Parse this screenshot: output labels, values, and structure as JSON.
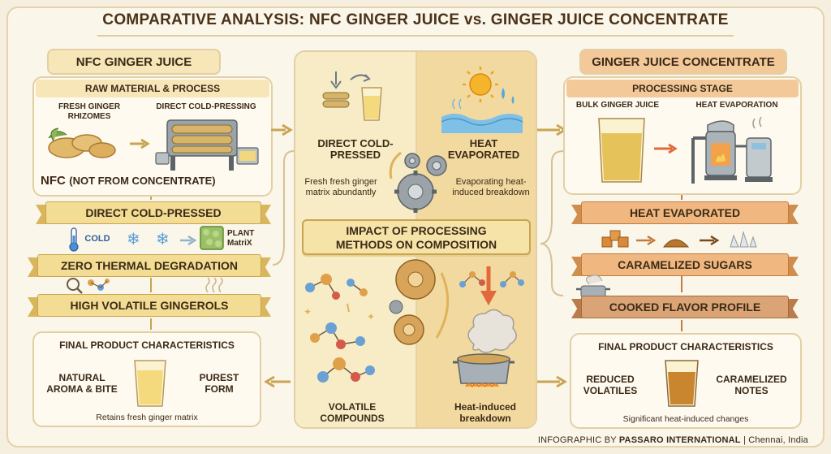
{
  "title": "COMPARATIVE ANALYSIS: NFC GINGER JUICE vs. GINGER JUICE CONCENTRATE",
  "colors": {
    "gold": "#f3dc93",
    "orange": "#f0b880",
    "brown": "#dba476",
    "cream": "#fffaf0"
  },
  "left": {
    "heading": "NFC GINGER JUICE",
    "section_title": "RAW MATERIAL & PROCESS",
    "label_ginger": "FRESH GINGER RHIZOMES",
    "label_press": "DIRECT COLD-PRESSING",
    "nfc_main": "NFC",
    "nfc_sub": "(NOT FROM CONCENTRATE)",
    "ribbon1": "DIRECT COLD-PRESSED",
    "cold_label": "COLD",
    "plant_label": "PLANT MatriX",
    "ribbon2": "ZERO THERMAL DEGRADATION",
    "ribbon3": "HIGH VOLATILE GINGEROLS",
    "final_title": "FINAL PRODUCT CHARACTERISTICS",
    "final_left": "NATURAL AROMA & BITE",
    "final_right": "PUREST FORM",
    "final_caption": "Retains fresh ginger matrix"
  },
  "center": {
    "top_left_title": "DIRECT COLD-PRESSED",
    "top_left_text": "Fresh fresh ginger matrix abundantly",
    "top_right_title": "HEAT EVAPORATED",
    "top_right_text": "Evaporating heat-induced breakdown",
    "banner": "IMPACT OF PROCESSING METHODS ON COMPOSITION",
    "bottom_left": "VOLATILE COMPOUNDS",
    "bottom_right": "Heat-induced breakdown"
  },
  "right": {
    "heading": "GINGER JUICE CONCENTRATE",
    "section_title": "PROCESSING STAGE",
    "label_bulk": "BULK GINGER JUICE",
    "label_heat": "HEAT EVAPORATION",
    "ribbon1": "HEAT EVAPORATED",
    "ribbon2": "CARAMELIZED SUGARS",
    "ribbon3": "COOKED FLAVOR PROFILE",
    "final_title": "FINAL PRODUCT CHARACTERISTICS",
    "final_left": "REDUCED VOLATILES",
    "final_right": "CARAMELIZED NOTES",
    "final_caption": "Significant heat-induced changes"
  },
  "footer": {
    "prefix": "INFOGRAPHIC BY ",
    "brand": "PASSARO INTERNATIONAL",
    "suffix": " | Chennai, India"
  }
}
